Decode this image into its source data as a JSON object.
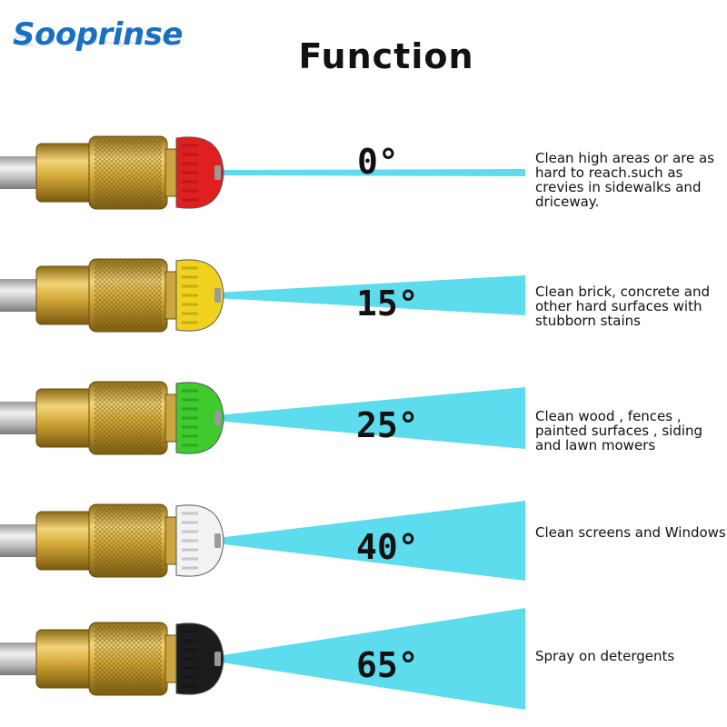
{
  "brand": {
    "name": "Sooprinse",
    "color": "#1a6fc2"
  },
  "title": "Function",
  "spray_color": "#3fd6ea",
  "nozzles": [
    {
      "angle": "0°",
      "tip_color": "#e02020",
      "description": "Clean high areas or are as hard to reach.such as crevies in sidewalks and driceway."
    },
    {
      "angle": "15°",
      "tip_color": "#f0d21e",
      "description": "Clean brick, concrete and other hard surfaces with stubborn stains"
    },
    {
      "angle": "25°",
      "tip_color": "#3fca2e",
      "description": "Clean wood , fences , painted surfaces , siding and lawn mowers"
    },
    {
      "angle": "40°",
      "tip_color": "#f2f2f2",
      "description": "Clean screens and Windows"
    },
    {
      "angle": "65°",
      "tip_color": "#1c1c1c",
      "description": "Spray on detergents"
    }
  ]
}
